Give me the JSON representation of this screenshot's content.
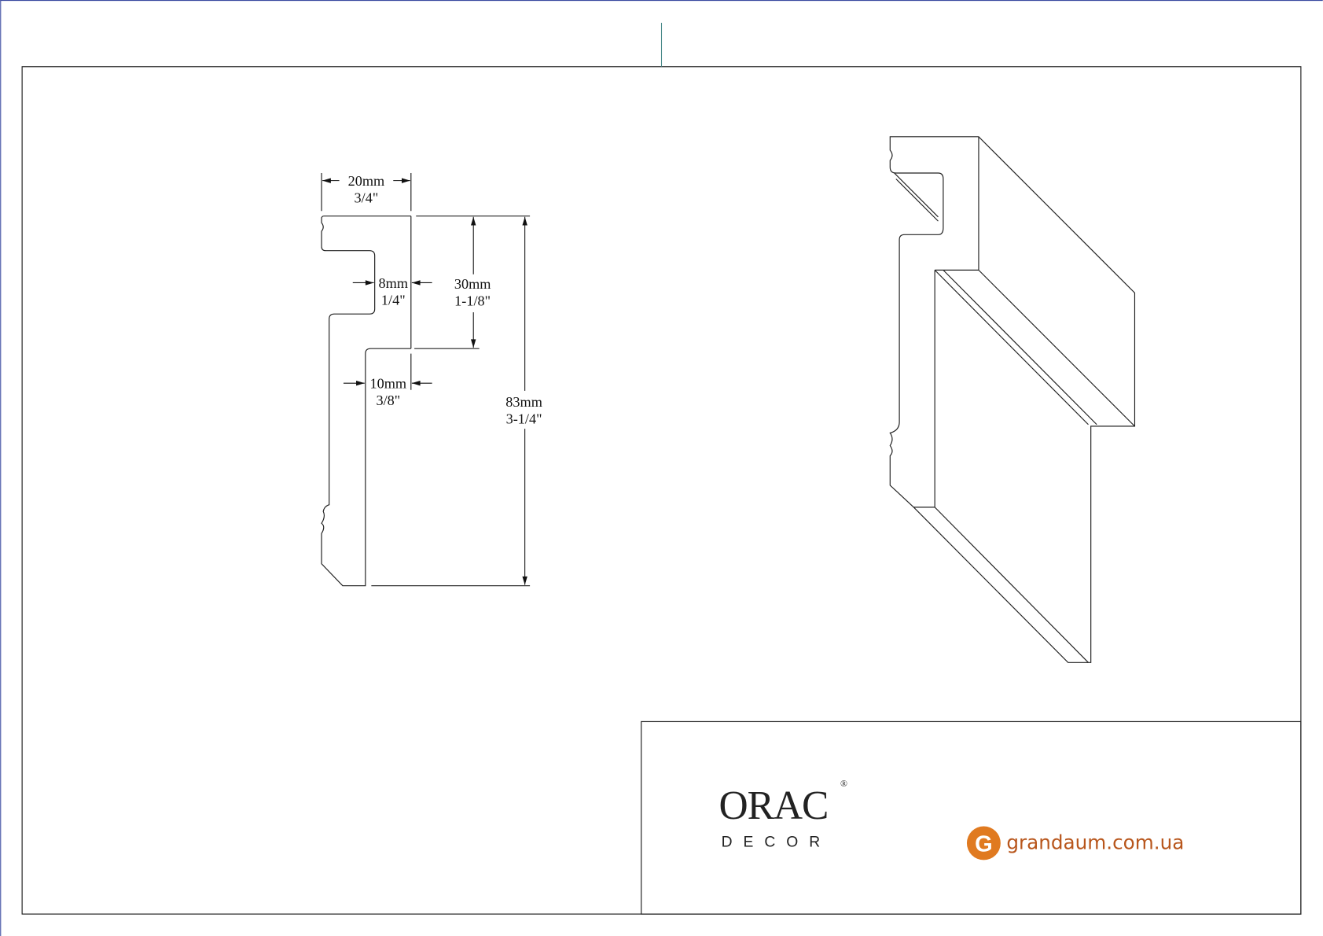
{
  "drawing": {
    "dimensions": {
      "width_total": {
        "mm": "20mm",
        "inch": "3/4\""
      },
      "upper_thickness": {
        "mm": "8mm",
        "inch": "1/4\""
      },
      "lower_thickness": {
        "mm": "10mm",
        "inch": "3/8\""
      },
      "upper_height": {
        "mm": "30mm",
        "inch": "1-1/8\""
      },
      "height_total": {
        "mm": "83mm",
        "inch": "3-1/4\""
      }
    }
  },
  "title_block": {
    "brand_logo": {
      "name": "ORAC",
      "sub": "DECOR",
      "mark": "®"
    },
    "site_logo": {
      "letter": "G",
      "text": "grandaum.com.ua",
      "color": "#e07a20"
    }
  },
  "colors": {
    "frame": "#333333",
    "accent_line": "#4a8a8a",
    "page_edge": "#3a4aa0"
  }
}
